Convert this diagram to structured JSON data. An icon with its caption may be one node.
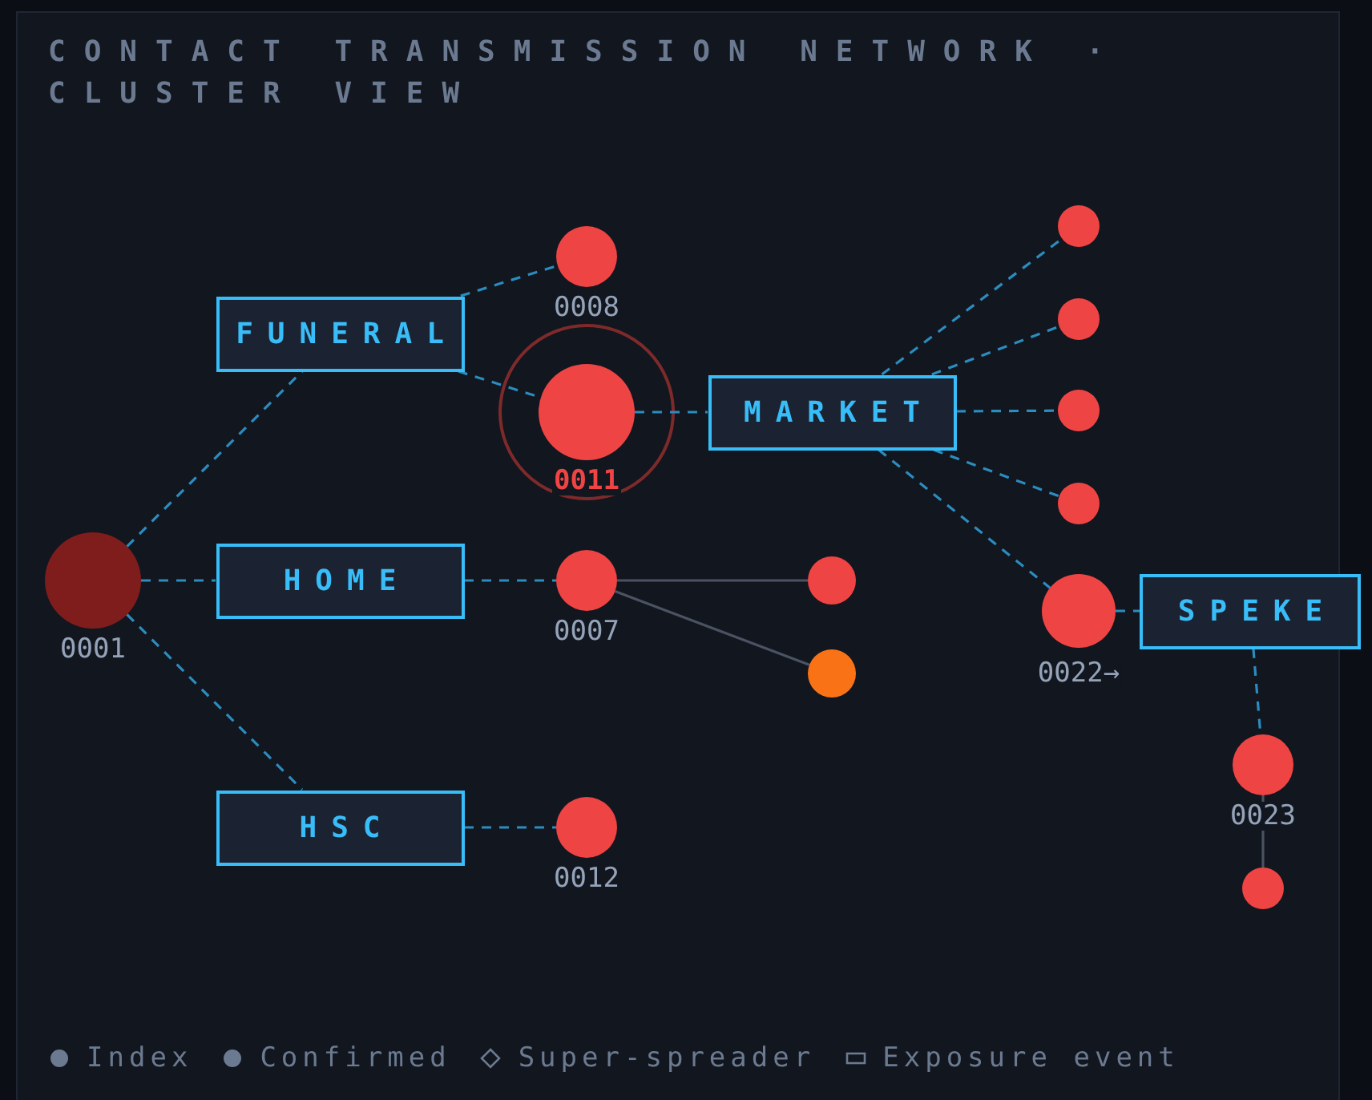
{
  "diagram": {
    "title": "CONTACT TRANSMISSION NETWORK · CLUSTER VIEW",
    "nodes": [
      {
        "text": [
          "FUNERAL"
        ]
      },
      {
        "text": [],
        "shape": "circle",
        "beside": [
          "0008"
        ]
      },
      {
        "text": [],
        "shape": "circle",
        "beside": [
          "0011"
        ]
      },
      {
        "text": [
          "MARKET"
        ]
      },
      {
        "text": [],
        "shape": "circle"
      },
      {
        "text": [],
        "shape": "circle"
      },
      {
        "text": [],
        "shape": "circle"
      },
      {
        "text": [],
        "shape": "circle"
      },
      {
        "text": [],
        "shape": "circle",
        "beside": [
          "0001"
        ]
      },
      {
        "text": [
          "HOME"
        ]
      },
      {
        "text": [],
        "shape": "circle",
        "beside": [
          "0007"
        ]
      },
      {
        "text": [],
        "shape": "circle"
      },
      {
        "text": [],
        "shape": "circle"
      },
      {
        "text": [],
        "shape": "circle",
        "beside": [
          "0022→"
        ]
      },
      {
        "text": [
          "SPEKE"
        ]
      },
      {
        "text": [
          "HSC"
        ]
      },
      {
        "text": [],
        "shape": "circle",
        "beside": [
          "0012"
        ]
      },
      {
        "text": [],
        "shape": "circle",
        "beside": [
          "0023"
        ]
      },
      {
        "text": [],
        "shape": "circle"
      }
    ],
    "edges": [
      {
        "from": 8,
        "to": 0,
        "arrow": "none",
        "style": "dashed"
      },
      {
        "from": 8,
        "to": 9,
        "arrow": "none",
        "style": "dashed"
      },
      {
        "from": 8,
        "to": 15,
        "arrow": "none",
        "style": "dashed"
      },
      {
        "from": 0,
        "to": 1,
        "arrow": "none",
        "style": "dashed"
      },
      {
        "from": 0,
        "to": 2,
        "arrow": "none",
        "style": "dashed"
      },
      {
        "from": 2,
        "to": 3,
        "arrow": "none",
        "style": "dashed"
      },
      {
        "from": 3,
        "to": 4,
        "arrow": "none",
        "style": "dashed"
      },
      {
        "from": 3,
        "to": 5,
        "arrow": "none",
        "style": "dashed"
      },
      {
        "from": 3,
        "to": 6,
        "arrow": "none",
        "style": "dashed"
      },
      {
        "from": 3,
        "to": 7,
        "arrow": "none",
        "style": "dashed"
      },
      {
        "from": 3,
        "to": 13,
        "arrow": "none",
        "style": "dashed"
      },
      {
        "from": 13,
        "to": 14,
        "arrow": "none",
        "style": "dashed"
      },
      {
        "from": 14,
        "to": 17,
        "arrow": "none",
        "style": "dashed"
      },
      {
        "from": 17,
        "to": 18,
        "arrow": "none",
        "color": "#4b5262"
      },
      {
        "from": 9,
        "to": 10,
        "arrow": "none",
        "style": "dashed"
      },
      {
        "from": 10,
        "to": 11,
        "arrow": "none",
        "color": "#4b5262"
      },
      {
        "from": 10,
        "to": 12,
        "arrow": "none",
        "color": "#4b5262"
      },
      {
        "from": 15,
        "to": 16,
        "arrow": "none",
        "style": "dashed"
      }
    ],
    "legend": [
      {
        "text": "Index"
      },
      {
        "text": "Confirmed"
      },
      {
        "text": "Super-spreader"
      },
      {
        "text": "Exposure event"
      }
    ]
  }
}
